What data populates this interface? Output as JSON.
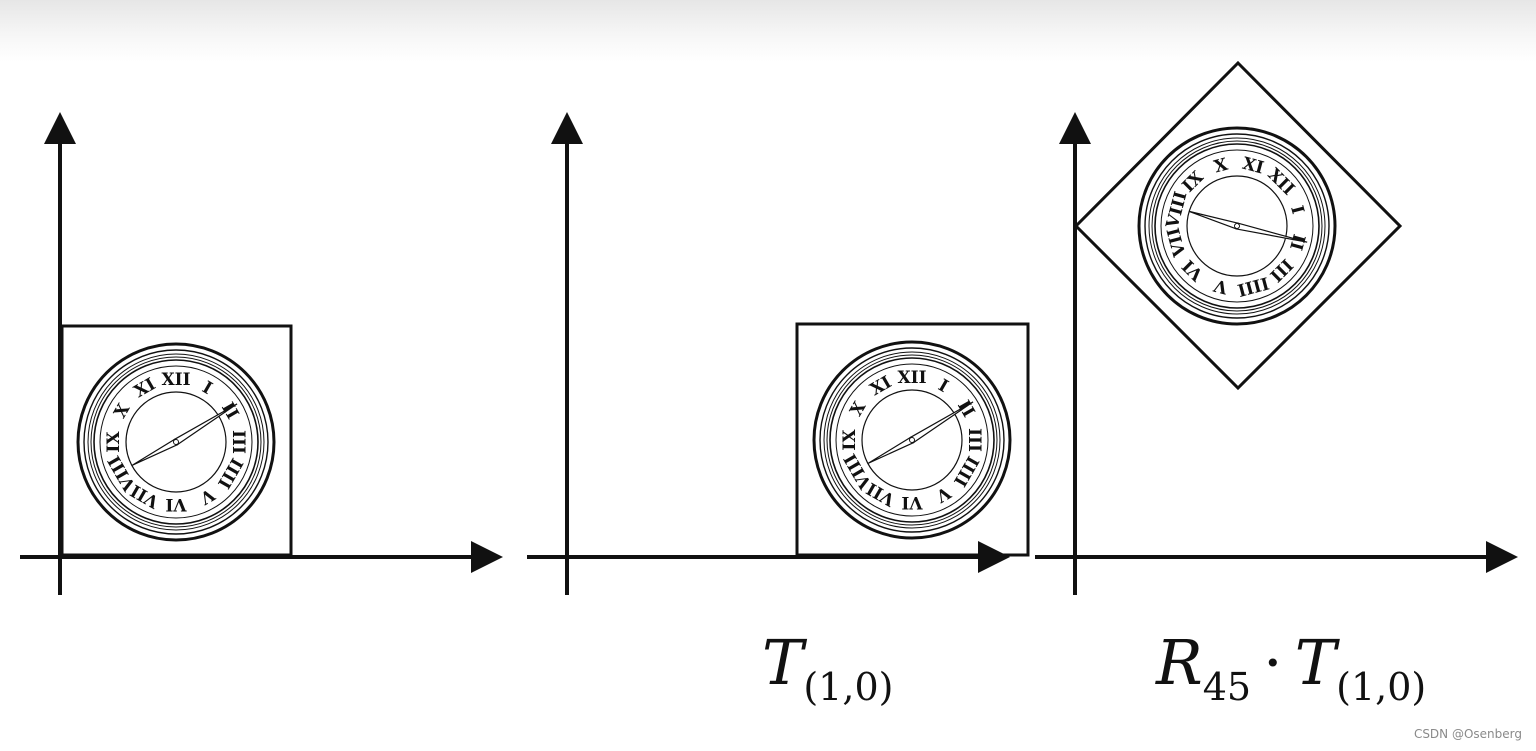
{
  "panels": [
    {
      "label": {
        "main": "",
        "sub": "",
        "main2": "",
        "sub2": ""
      }
    },
    {
      "label": {
        "main": "T",
        "sub": "(1,0)"
      }
    },
    {
      "label": {
        "main": "R",
        "sub": "45",
        "dot": "·",
        "main2": "T",
        "sub2": "(1,0)"
      }
    }
  ],
  "clock": {
    "numerals": [
      "XII",
      "I",
      "II",
      "III",
      "IIII",
      "V",
      "VI",
      "VII",
      "VIII",
      "IX",
      "X",
      "XI"
    ]
  },
  "watermark": "CSDN @Osenberg"
}
